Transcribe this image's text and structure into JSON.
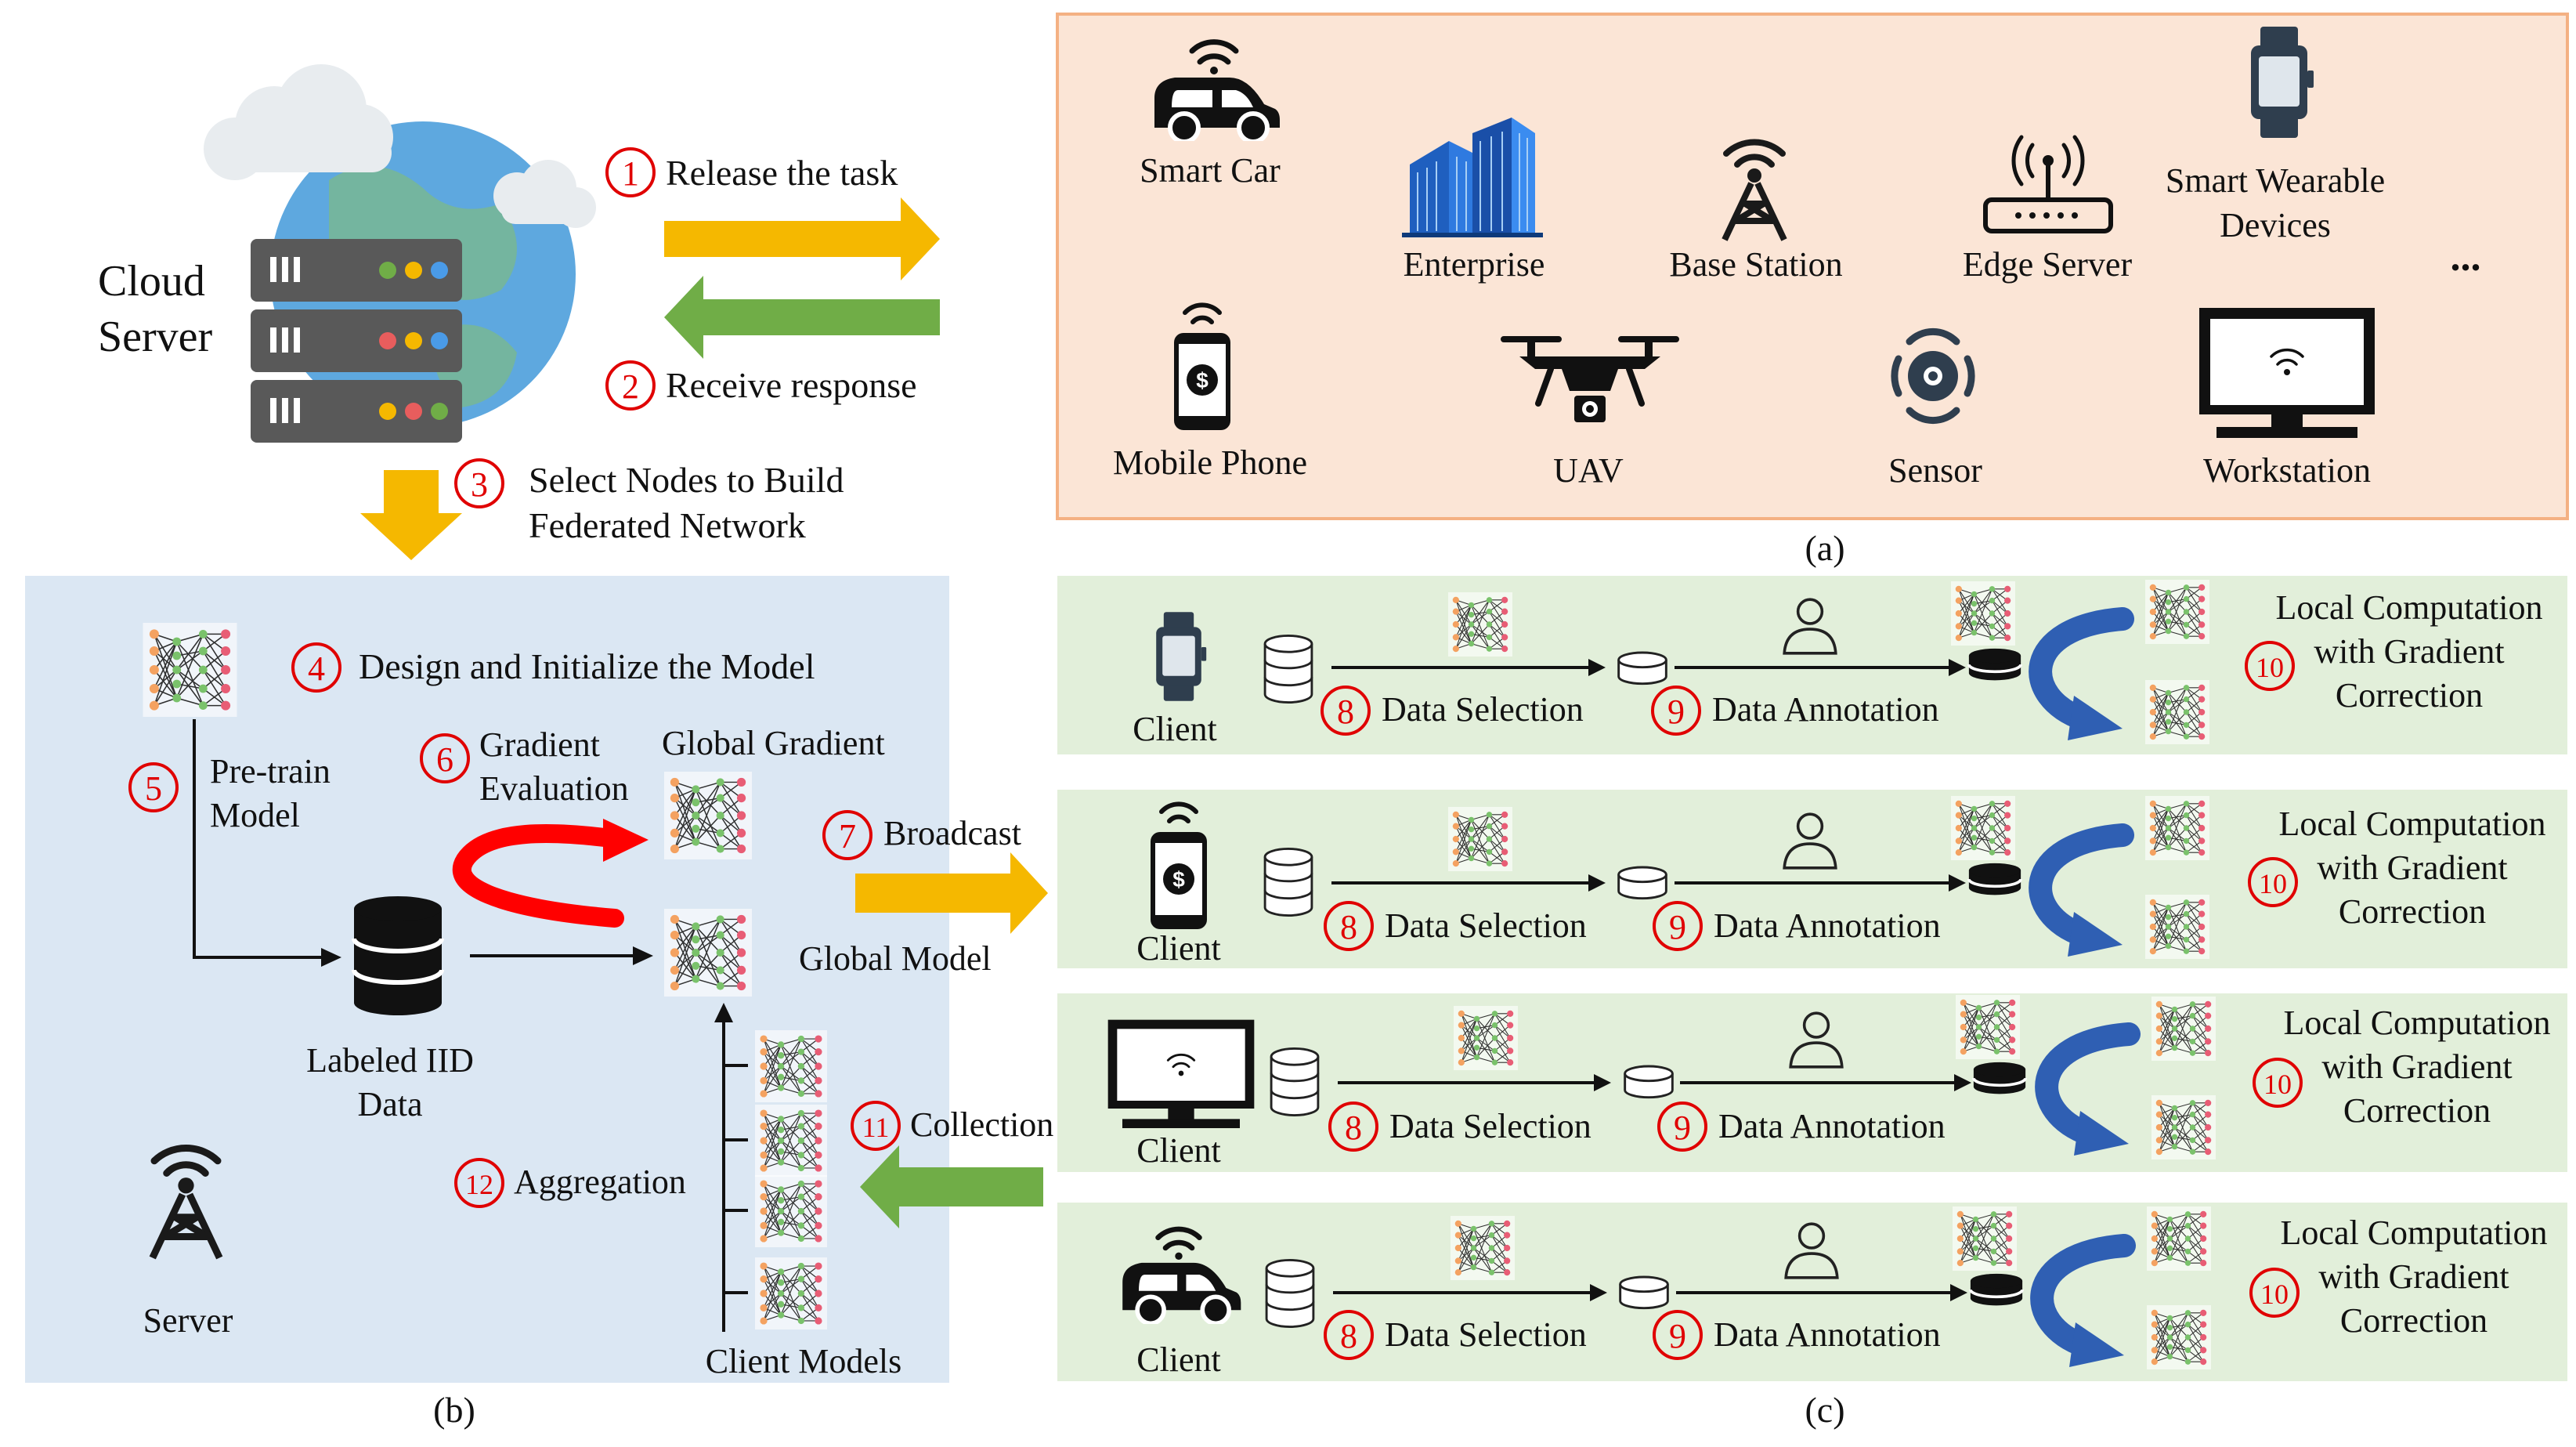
{
  "colors": {
    "panel_a_bg": "#fbe5d6",
    "panel_a_border": "#f4b183",
    "panel_b_bg": "#dbe7f3",
    "panel_c_bg": "#e2efda",
    "step_red": "#e00000",
    "arrow_yellow": "#f5b800",
    "arrow_green": "#70ad47",
    "curve_red": "#ff0000",
    "curve_blue": "#2f5fb3",
    "server_gray": "#595959",
    "globe_blue": "#5ea8df"
  },
  "cloud": {
    "label_line1": "Cloud",
    "label_line2": "Server"
  },
  "steps": {
    "s1": {
      "num": "1",
      "text": "Release the task"
    },
    "s2": {
      "num": "2",
      "text": "Receive response"
    },
    "s3": {
      "num": "3",
      "line1": "Select Nodes to Build",
      "line2": "Federated Network"
    },
    "s4": {
      "num": "4",
      "text": "Design and Initialize the Model"
    },
    "s5": {
      "num": "5",
      "line1": "Pre-train",
      "line2": "Model"
    },
    "s6": {
      "num": "6",
      "line1": "Gradient",
      "line2": "Evaluation"
    },
    "s7": {
      "num": "7",
      "text": "Broadcast"
    },
    "s11": {
      "num": "11",
      "text": "Collection"
    },
    "s12": {
      "num": "12",
      "text": "Aggregation"
    }
  },
  "panel_b": {
    "global_gradient": "Global Gradient",
    "global_model": "Global Model",
    "labeled_line1": "Labeled IID",
    "labeled_line2": "Data",
    "client_models": "Client Models",
    "server": "Server",
    "caption": "(b)"
  },
  "panel_a": {
    "devices": [
      {
        "label": "Smart Car",
        "icon": "car-icon"
      },
      {
        "label": "Enterprise",
        "icon": "building-icon"
      },
      {
        "label": "Base Station",
        "icon": "tower-icon"
      },
      {
        "label": "Edge Server",
        "icon": "router-icon"
      },
      {
        "label_line1": "Smart Wearable",
        "label_line2": "Devices",
        "icon": "watch-icon"
      },
      {
        "label": "Mobile Phone",
        "icon": "phone-icon"
      },
      {
        "label": "UAV",
        "icon": "drone-icon"
      },
      {
        "label": "Sensor",
        "icon": "sensor-icon"
      },
      {
        "label": "Workstation",
        "icon": "monitor-icon"
      }
    ],
    "ellipsis": "...",
    "caption": "(a)"
  },
  "panel_c": {
    "rows": [
      {
        "client": "Client",
        "icon": "watch-icon"
      },
      {
        "client": "Client",
        "icon": "phone-icon"
      },
      {
        "client": "Client",
        "icon": "monitor-icon"
      },
      {
        "client": "Client",
        "icon": "car-icon"
      }
    ],
    "s8": {
      "num": "8",
      "text": "Data Selection"
    },
    "s9": {
      "num": "9",
      "text": "Data Annotation"
    },
    "s10": {
      "num": "10",
      "line1": "Local Computation",
      "line2": "with Gradient",
      "line3": "Correction"
    },
    "caption": "(c)"
  }
}
